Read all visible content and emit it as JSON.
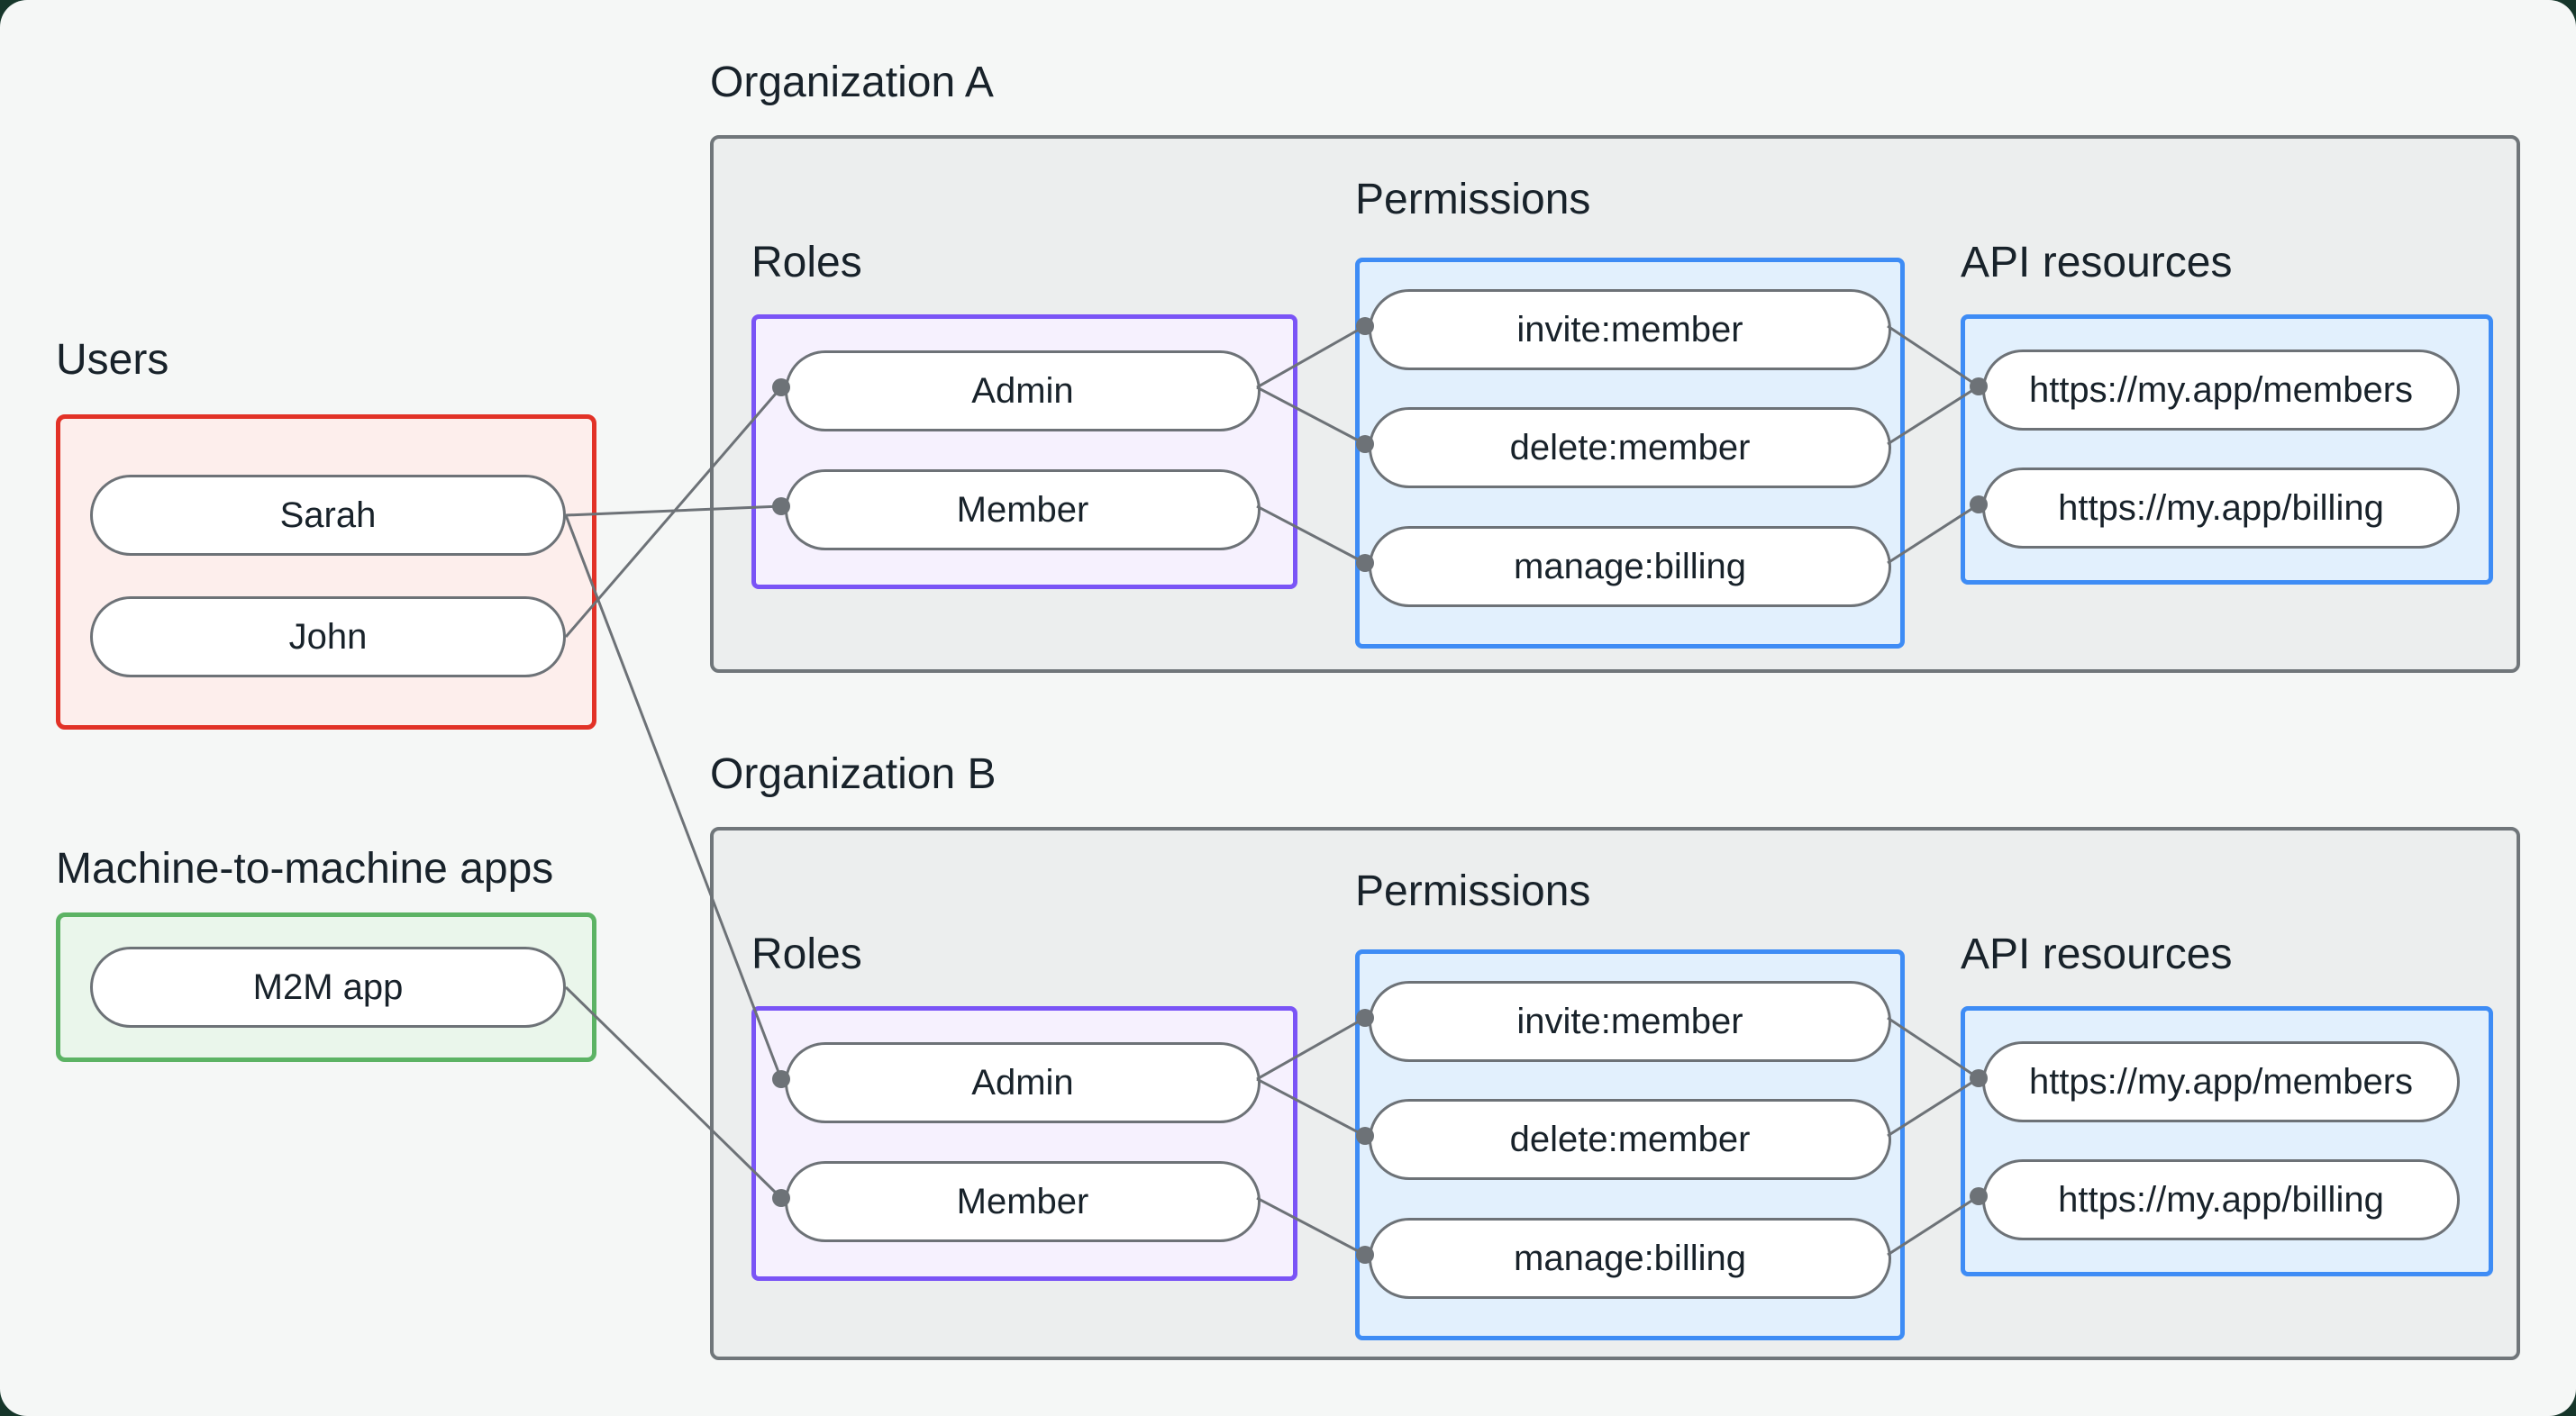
{
  "users_section": {
    "label": "Users",
    "users": [
      {
        "name": "Sarah"
      },
      {
        "name": "John"
      }
    ]
  },
  "m2m_section": {
    "label": "Machine-to-machine apps",
    "apps": [
      {
        "name": "M2M app"
      }
    ]
  },
  "org_a": {
    "title": "Organization A",
    "roles_label": "Roles",
    "permissions_label": "Permissions",
    "api_resources_label": "API resources",
    "roles": [
      {
        "name": "Admin"
      },
      {
        "name": "Member"
      }
    ],
    "permissions": [
      {
        "name": "invite:member"
      },
      {
        "name": "delete:member"
      },
      {
        "name": "manage:billing"
      }
    ],
    "api_resources": [
      {
        "name": "https://my.app/members"
      },
      {
        "name": "https://my.app/billing"
      }
    ]
  },
  "org_b": {
    "title": "Organization B",
    "roles_label": "Roles",
    "permissions_label": "Permissions",
    "api_resources_label": "API resources",
    "roles": [
      {
        "name": "Admin"
      },
      {
        "name": "Member"
      }
    ],
    "permissions": [
      {
        "name": "invite:member"
      },
      {
        "name": "delete:member"
      },
      {
        "name": "manage:billing"
      }
    ],
    "api_resources": [
      {
        "name": "https://my.app/members"
      },
      {
        "name": "https://my.app/billing"
      }
    ]
  },
  "connections": [
    {
      "from": "Sarah",
      "to": "Organization A / Member"
    },
    {
      "from": "Sarah",
      "to": "Organization B / Admin"
    },
    {
      "from": "John",
      "to": "Organization A / Admin"
    },
    {
      "from": "M2M app",
      "to": "Organization B / Member"
    },
    {
      "from": "Organization A / Admin",
      "to": "Organization A / invite:member"
    },
    {
      "from": "Organization A / Admin",
      "to": "Organization A / delete:member"
    },
    {
      "from": "Organization A / Member",
      "to": "Organization A / manage:billing"
    },
    {
      "from": "Organization A / invite:member",
      "to": "Organization A / https://my.app/members"
    },
    {
      "from": "Organization A / delete:member",
      "to": "Organization A / https://my.app/members"
    },
    {
      "from": "Organization A / manage:billing",
      "to": "Organization A / https://my.app/billing"
    },
    {
      "from": "Organization B / Admin",
      "to": "Organization B / invite:member"
    },
    {
      "from": "Organization B / Admin",
      "to": "Organization B / delete:member"
    },
    {
      "from": "Organization B / Member",
      "to": "Organization B / manage:billing"
    },
    {
      "from": "Organization B / invite:member",
      "to": "Organization B / https://my.app/members"
    },
    {
      "from": "Organization B / delete:member",
      "to": "Organization B / https://my.app/members"
    },
    {
      "from": "Organization B / manage:billing",
      "to": "Organization B / https://my.app/billing"
    }
  ],
  "colors": {
    "page_background": "#f5f7f6",
    "outer_background": "#16362a",
    "users_border": "#e23227",
    "users_fill": "#fdeeec",
    "m2m_border": "#5cb364",
    "m2m_fill": "#eaf6eb",
    "roles_border": "#7a54f6",
    "roles_fill": "#f6f1fe",
    "permissions_border": "#3e8cf5",
    "permissions_fill": "#e2f0fd",
    "org_border": "#70767a",
    "org_fill": "#eceeee",
    "edge": "#6d7277",
    "text": "#18222a"
  }
}
